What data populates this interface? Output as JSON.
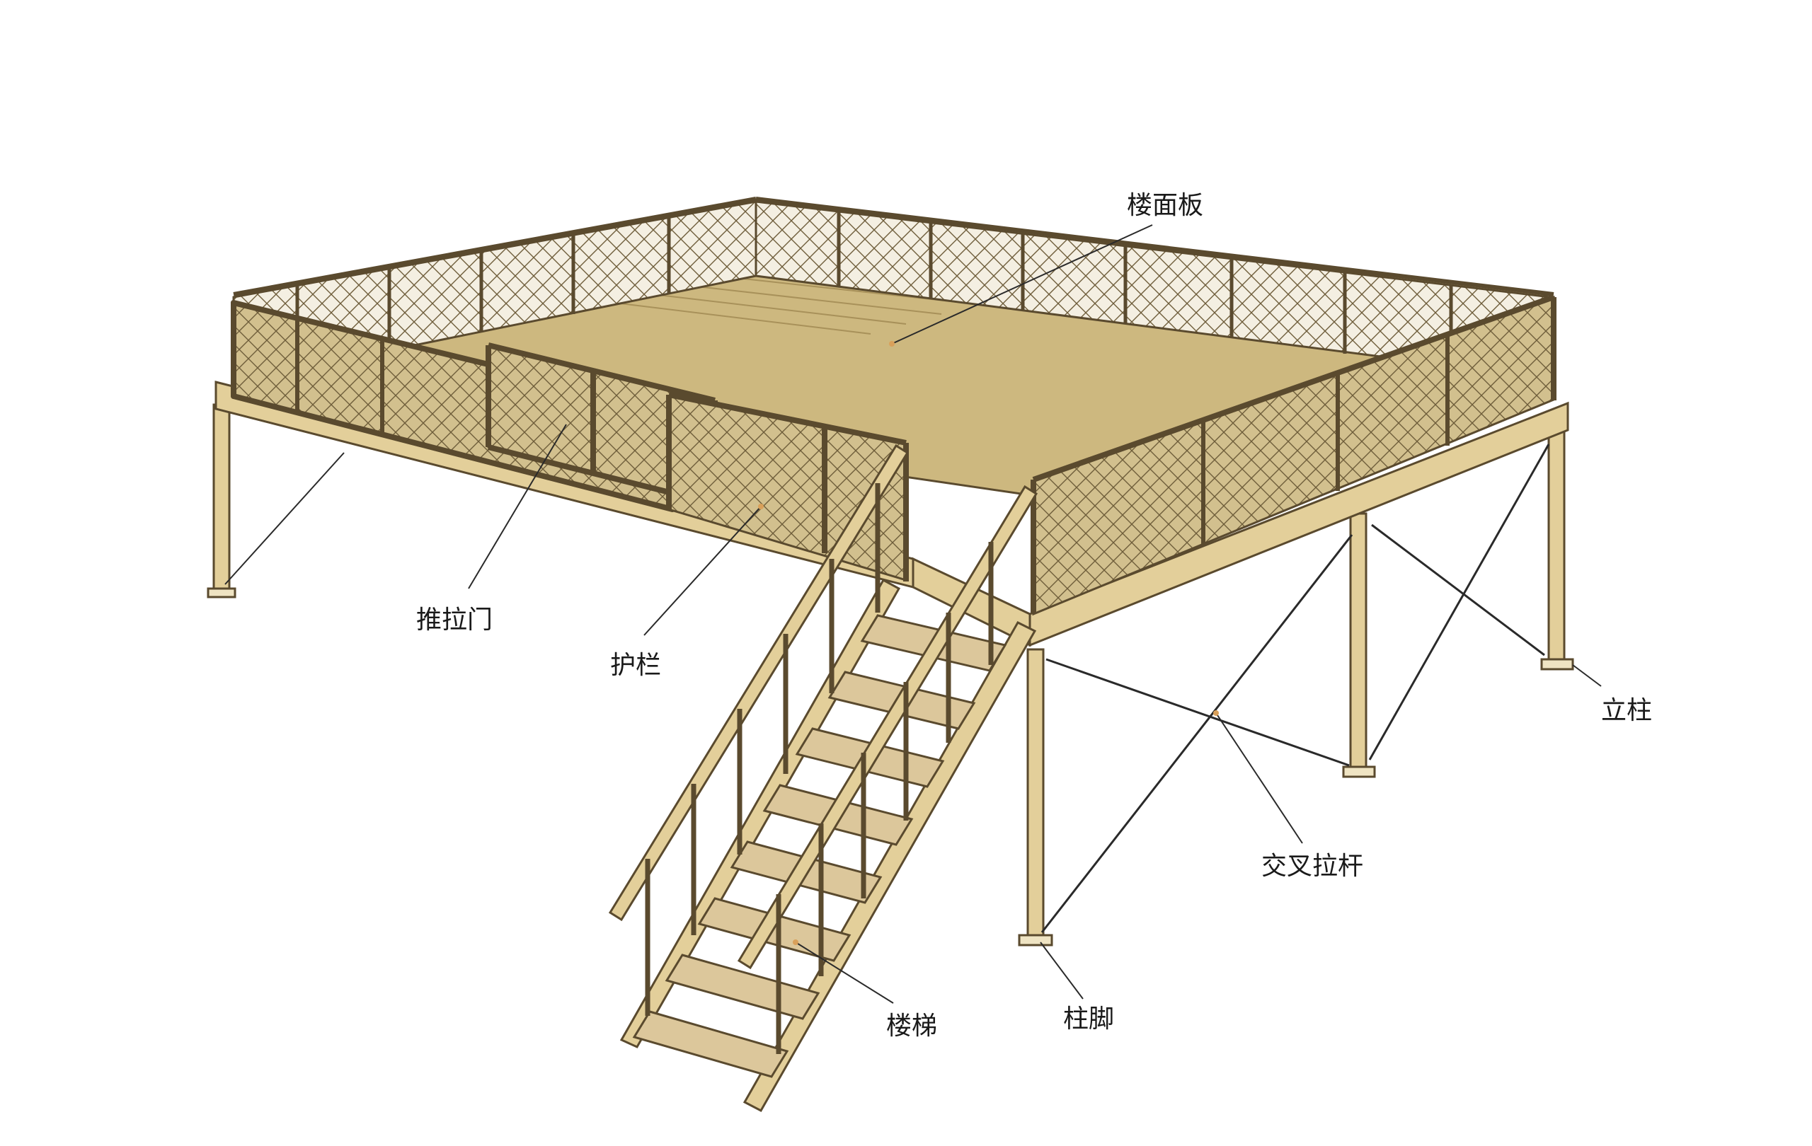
{
  "colors": {
    "frame": "#e3cf9a",
    "frame_stroke": "#5a4a2e",
    "deck": "#cdb87f",
    "deck_line": "#a8915a",
    "mesh": "#cbb987",
    "mesh_line": "#6e5d3a",
    "tread": "#dcc79b",
    "leader": "#2a2a2a",
    "background": "#ffffff"
  },
  "labels": {
    "floor_panel": "楼面板",
    "sliding_door": "推拉门",
    "guardrail": "护栏",
    "column": "立柱",
    "cross_brace": "交叉拉杆",
    "stairs": "楼梯",
    "column_foot": "柱脚"
  }
}
